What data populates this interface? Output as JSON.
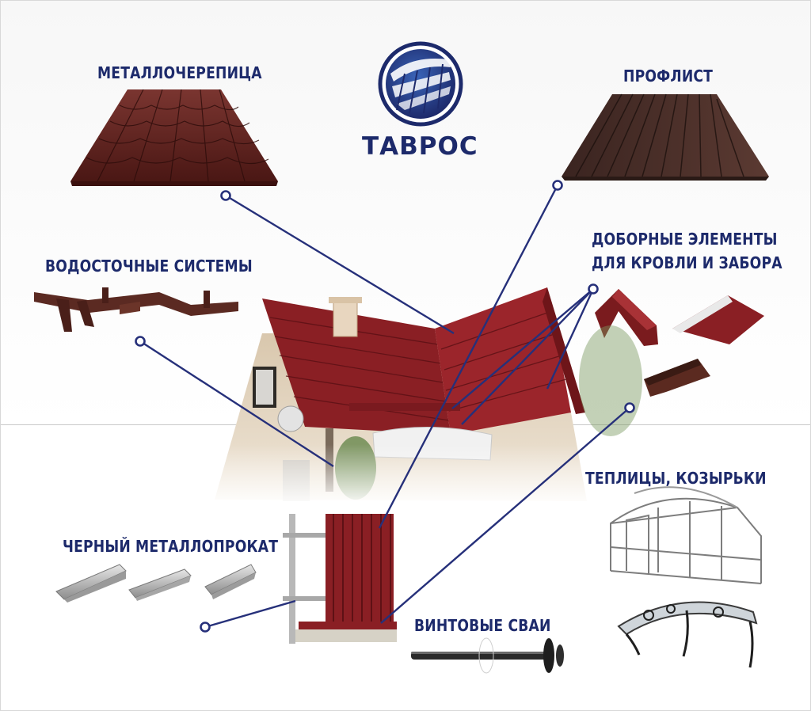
{
  "logo": {
    "name": "ТАВРОС",
    "icon": "roof-sheet-emblem-icon"
  },
  "colors": {
    "label": "#1d2a6b",
    "connector": "#26307a",
    "roof": "#8a1f24",
    "sheet_brown": "#5a2a20"
  },
  "labels": {
    "metal_tile": "МЕТАЛЛОЧЕРЕПИЦА",
    "profile_sheet": "ПРОФЛИСТ",
    "drainage": "ВОДОСТОЧНЫЕ СИСТЕМЫ",
    "extra_line1": "ДОБОРНЫЕ ЭЛЕМЕНТЫ",
    "extra_line2": "ДЛЯ КРОВЛИ И ЗАБОРА",
    "greenhouses": "ТЕПЛИЦЫ, КОЗЫРЬКИ",
    "black_metal": "ЧЕРНЫЙ МЕТАЛЛОПРОКАТ",
    "screw_piles": "ВИНТОВЫЕ СВАИ"
  },
  "illustrations": [
    "metal-tile-sheet-icon",
    "profile-sheet-icon",
    "gutter-system-icon",
    "flashing-elements-icon",
    "house-roof-illustration",
    "fence-panel-icon",
    "metal-channels-icon",
    "screw-pile-icon",
    "greenhouse-icon",
    "canopy-icon"
  ]
}
